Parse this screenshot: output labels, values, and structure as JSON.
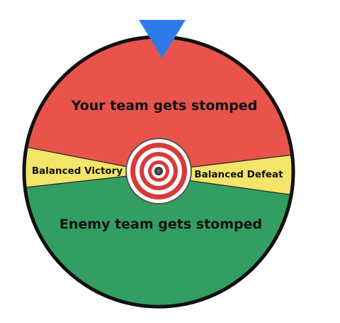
{
  "wheel": {
    "segments": [
      {
        "id": "top",
        "label": "Your team gets stomped",
        "color": "#e8544b"
      },
      {
        "id": "left",
        "label": "Balanced Victory",
        "color": "#f3e46a"
      },
      {
        "id": "right",
        "label": "Balanced Defeat",
        "color": "#f3e46a"
      },
      {
        "id": "bottom",
        "label": "Enemy team gets stomped",
        "color": "#339e61"
      }
    ],
    "rim_color": "#111111",
    "pointer_color": "#2d7be8",
    "hub": {
      "ring_red": "#d83a3a",
      "ring_white": "#ffffff"
    }
  }
}
